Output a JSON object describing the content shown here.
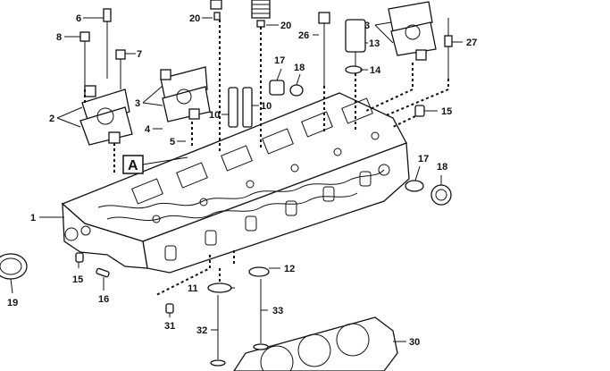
{
  "diagram": {
    "section_marker": "A",
    "callouts": {
      "c1": "1",
      "c2": "2",
      "c3a": "3",
      "c3b": "3",
      "c4": "4",
      "c5": "5",
      "c6": "6",
      "c7": "7",
      "c8": "8",
      "c10a": "10",
      "c10b": "10",
      "c11": "11",
      "c12": "12",
      "c13": "13",
      "c14": "14",
      "c15a": "15",
      "c15b": "15",
      "c16": "16",
      "c17a": "17",
      "c17b": "17",
      "c18a": "18",
      "c18b": "18",
      "c19": "19",
      "c20a": "20",
      "c20b": "20",
      "c26": "26",
      "c27": "27",
      "c30": "30",
      "c31": "31",
      "c32": "32",
      "c33": "33"
    }
  }
}
